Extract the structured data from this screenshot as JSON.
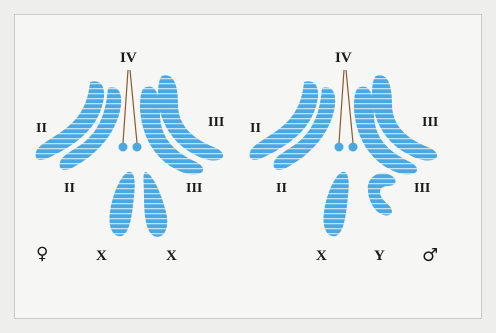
{
  "colors": {
    "chromosome_fill": "#4aa7df",
    "band_stripe": "#bfe2f6",
    "label": "#1a1a1a",
    "thread": "#8a5a2b"
  },
  "female": {
    "label_iv": "IV",
    "label_ii_left": "II",
    "label_iii_right": "III",
    "label_ii_lower": "II",
    "label_iii_lower": "III",
    "sex_symbol": "♀",
    "label_x1": "X",
    "label_x2": "X"
  },
  "male": {
    "label_iv": "IV",
    "label_ii_left": "II",
    "label_iii_right": "III",
    "label_ii_lower": "II",
    "label_iii_lower": "III",
    "label_x": "X",
    "label_y": "Y",
    "sex_symbol": "♂"
  }
}
